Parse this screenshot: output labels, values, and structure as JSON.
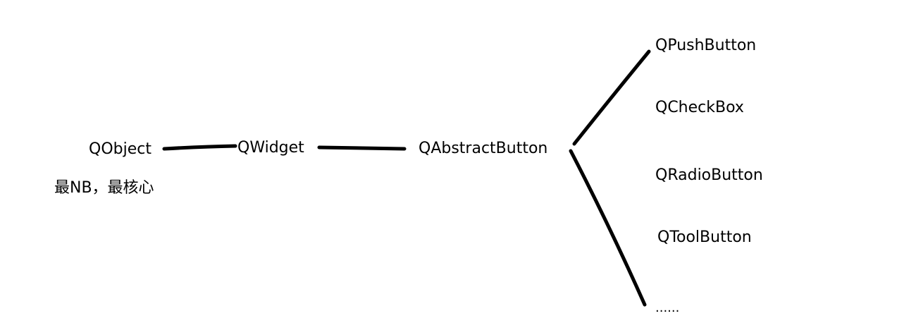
{
  "diagram": {
    "nodes": {
      "qobject": "QObject",
      "qwidget": "QWidget",
      "qabstractbutton": "QAbstractButton",
      "qpushbutton": "QPushButton",
      "qcheckbox": "QCheckBox",
      "qradiobutton": "QRadioButton",
      "qtoolbutton": "QToolButton",
      "more": "......"
    },
    "note": "最NB，最核心",
    "edge_color": "#000000"
  }
}
